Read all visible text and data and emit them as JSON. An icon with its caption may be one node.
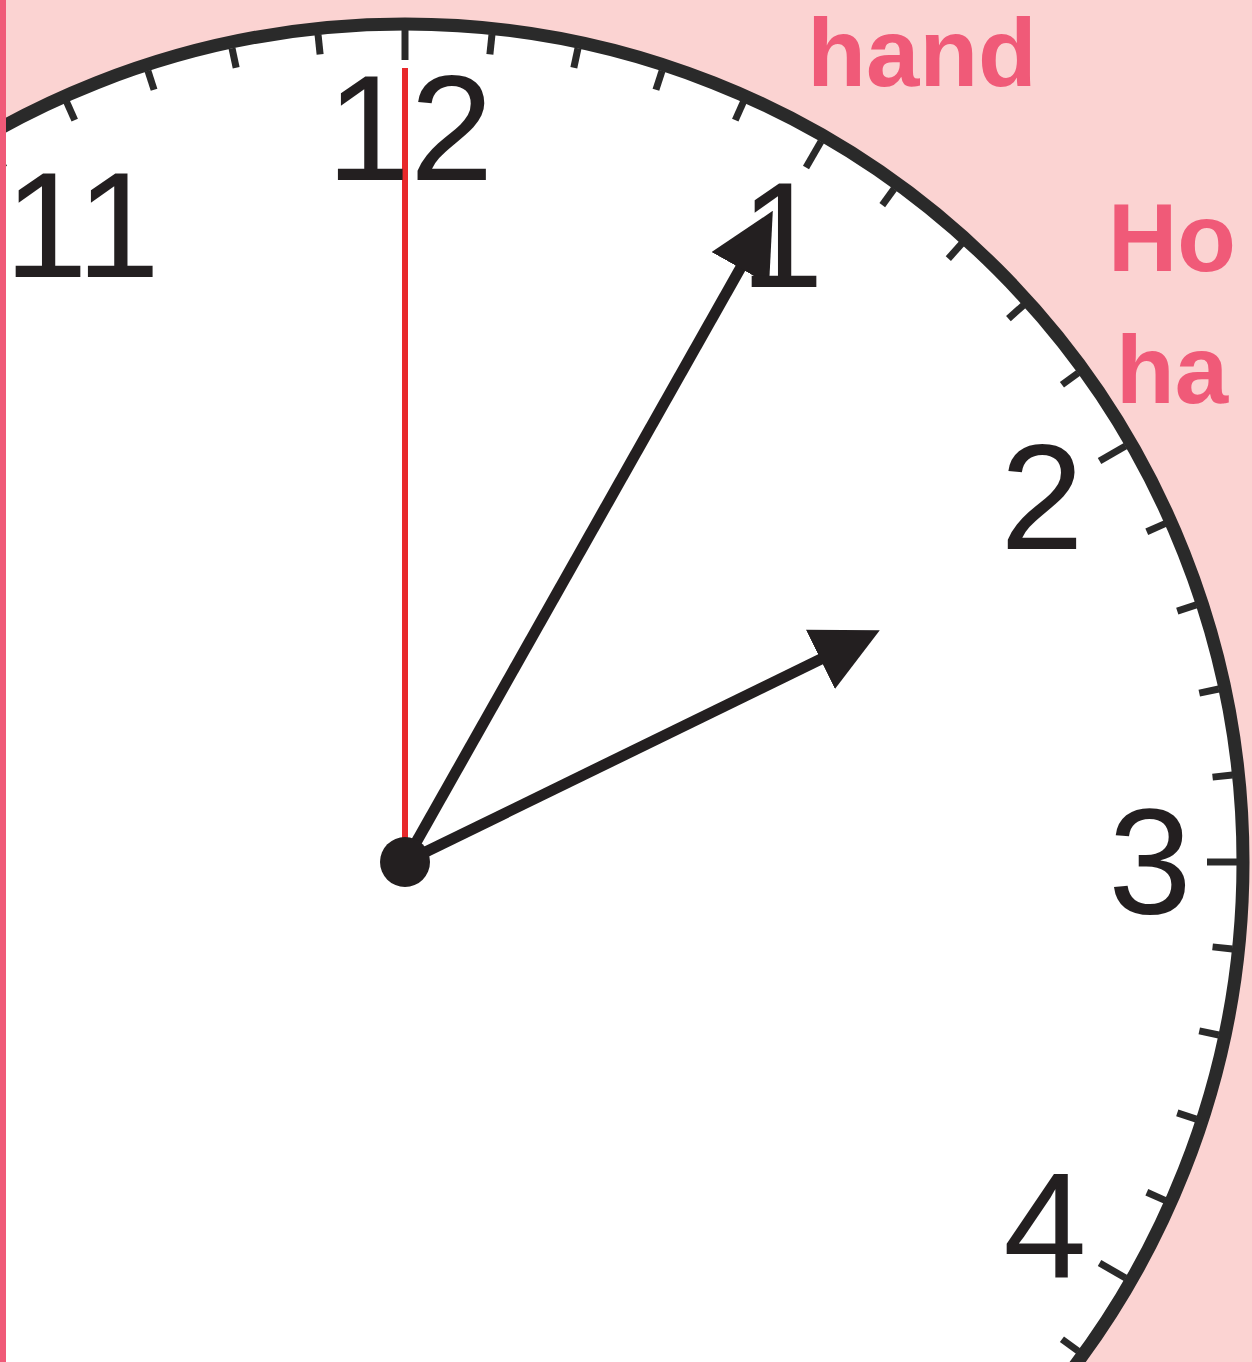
{
  "diagram": {
    "labels": [
      "hand",
      "12",
      "Ho",
      "11",
      "1",
      "ha",
      "2",
      "3",
      "4"
    ]
  }
}
